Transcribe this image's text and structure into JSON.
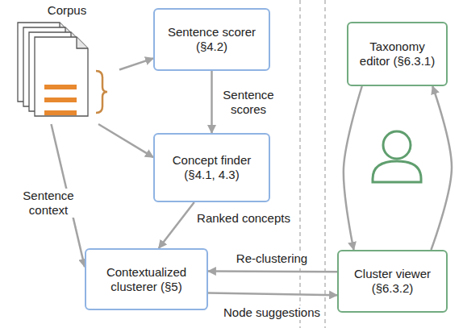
{
  "diagram": {
    "nodes": [
      {
        "text": [
          "Corpus"
        ]
      },
      {
        "text": [
          "Sentence scorer (§4.2)"
        ]
      },
      {
        "text": [
          "Taxonomy editor (§6.3.1)"
        ]
      },
      {
        "text": [
          "Concept finder (§4.1, 4.3)"
        ]
      },
      {
        "text": [
          "Contextualized clusterer (§5)"
        ]
      },
      {
        "text": [
          "Cluster viewer (§6.3.2)"
        ]
      }
    ],
    "edges": [
      {
        "from": 0,
        "to": 1,
        "arrow": "to"
      },
      {
        "from": 0,
        "to": 3,
        "arrow": "to"
      },
      {
        "from": 0,
        "to": 4,
        "label": "Sentence context",
        "arrow": "to"
      },
      {
        "from": 1,
        "to": 3,
        "label": "Sentence scores",
        "arrow": "to"
      },
      {
        "from": 3,
        "to": 4,
        "label": "Ranked concepts",
        "arrow": "to"
      },
      {
        "from": 5,
        "to": 4,
        "label": "Re-clustering",
        "arrow": "to"
      },
      {
        "from": 4,
        "to": 5,
        "label": "Node suggestions",
        "arrow": "to"
      },
      {
        "from": 2,
        "to": 5,
        "arrow": "to"
      },
      {
        "from": 5,
        "to": 2,
        "arrow": "to"
      }
    ]
  }
}
